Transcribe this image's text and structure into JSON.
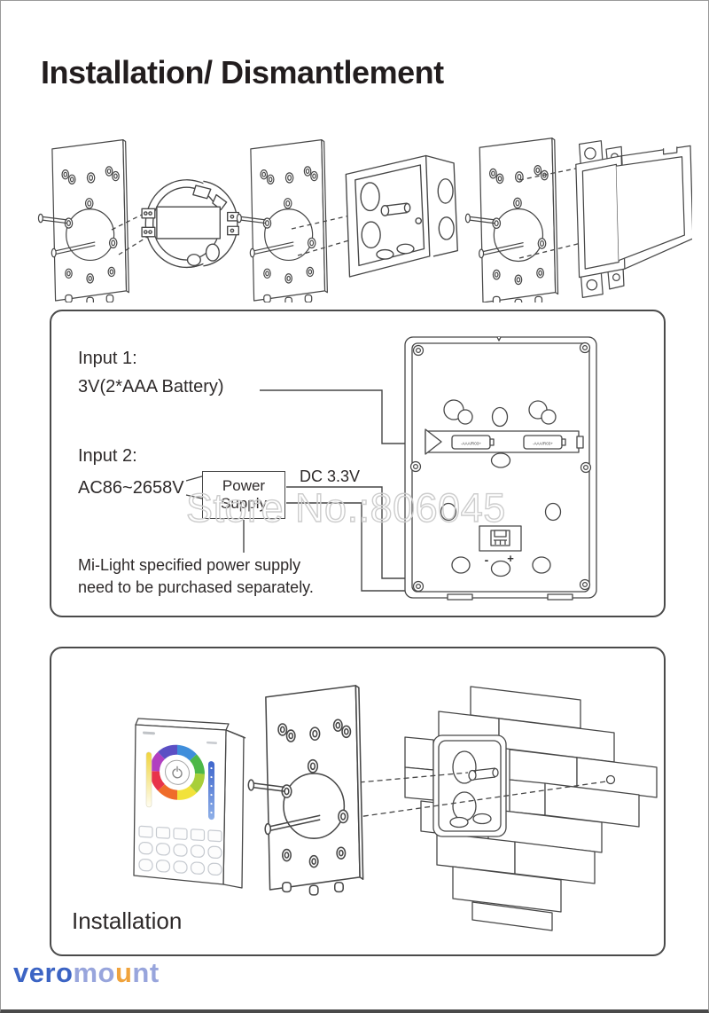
{
  "page": {
    "title": "Installation/ Dismantlement",
    "watermark": "Store No.:806045",
    "footer": {
      "vero": "vero",
      "mo": "mo",
      "u": "u",
      "nt": "nt"
    }
  },
  "power_panel": {
    "input1_label": "Input 1:",
    "input1_value": "3V(2*AAA Battery)",
    "input2_label": "Input 2:",
    "input2_value": "AC86~2658V",
    "power_supply": {
      "line1": "Power",
      "line2": "Supply"
    },
    "dc_output": "DC 3.3V",
    "note_line1": "Mi-Light specified power supply",
    "note_line2": "need to be purchased separately.",
    "terminal": {
      "minus": "-",
      "plus": "+"
    },
    "battery_slot_left": "-AAA/R03+",
    "battery_slot_right": "-AAA/R03+"
  },
  "install_panel": {
    "caption": "Installation"
  },
  "colors": {
    "line": "#474747",
    "panel_border": "#4a4a4a",
    "watermark_gray": "#cdcdcd",
    "logo_blue": "#3c64c4",
    "logo_light_blue": "#98a5dc",
    "logo_orange": "#f0a33c"
  }
}
